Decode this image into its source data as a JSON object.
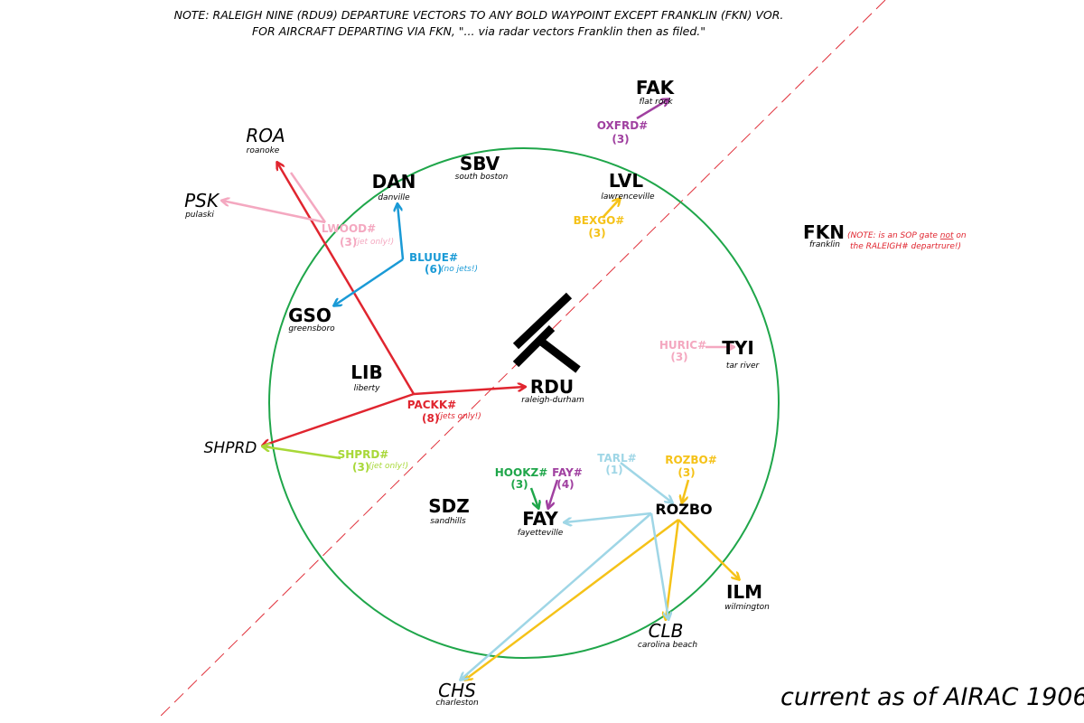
{
  "header": {
    "note_line1": "NOTE: RALEIGH NINE (RDU9) DEPARTURE VECTORS TO ANY BOLD WAYPOINT EXCEPT FRANKLIN (FKN) VOR.",
    "note_line2": "FOR AIRCRAFT DEPARTING VIA FKN, \"... via radar vectors Franklin then as filed.\""
  },
  "footer": {
    "airac": "current as of AIRAC  1906"
  },
  "colors": {
    "circle": "#1fa64a",
    "dashed_line": "#e0303a",
    "red": "#e0252f",
    "pink": "#f4a8c0",
    "blue": "#1a9ad6",
    "purple": "#a040a0",
    "yellow": "#f5c218",
    "green": "#1fa64a",
    "lime": "#a8d838",
    "lightblue": "#9fd6e6",
    "runway": "#000000"
  },
  "waypoints": {
    "fak": {
      "id": "FAK",
      "name": "flat rock"
    },
    "roa": {
      "id": "ROA",
      "name": "roanoke"
    },
    "psk": {
      "id": "PSK",
      "name": "pulaski"
    },
    "dan": {
      "id": "DAN",
      "name": "danville"
    },
    "sbv": {
      "id": "SBV",
      "name": "south boston"
    },
    "lvl": {
      "id": "LVL",
      "name": "lawrenceville"
    },
    "fkn": {
      "id": "FKN",
      "name": "franklin"
    },
    "gso": {
      "id": "GSO",
      "name": "greensboro"
    },
    "lib": {
      "id": "LIB",
      "name": "liberty"
    },
    "rdu": {
      "id": "RDU",
      "name": "raleigh-durham"
    },
    "tyi": {
      "id": "TYI",
      "name": "tar river"
    },
    "shprd": {
      "id": "SHPRD",
      "name": ""
    },
    "sdz": {
      "id": "SDZ",
      "name": "sandhills"
    },
    "fay": {
      "id": "FAY",
      "name": "fayetteville"
    },
    "rozbo": {
      "id": "ROZBO",
      "name": ""
    },
    "ilm": {
      "id": "ILM",
      "name": "wilmington"
    },
    "clb": {
      "id": "CLB",
      "name": "carolina beach"
    },
    "chs": {
      "id": "CHS",
      "name": "charleston"
    }
  },
  "fkn_note": {
    "line1_pre": "(NOTE: is an SOP gate ",
    "line1_em": "not",
    "line1_post": " on",
    "line2": "the RALEIGH# departrure!)"
  },
  "gates": {
    "oxfrd": {
      "name": "OXFRD#",
      "count": "(3)",
      "note": ""
    },
    "bexgo": {
      "name": "BEXGO#",
      "count": "(3)",
      "note": ""
    },
    "lwood": {
      "name": "LWOOD#",
      "count": "(3)",
      "note": "(jet only!)"
    },
    "bluue": {
      "name": "BLUUE#",
      "count": "(6)",
      "note": "(no jets!)"
    },
    "huric": {
      "name": "HURIC#",
      "count": "(3)",
      "note": ""
    },
    "packk": {
      "name": "PACKK#",
      "count": "(8)",
      "note": "(jets only!)"
    },
    "shprd": {
      "name": "SHPRD#",
      "count": "(3)",
      "note": "(jet only!)"
    },
    "tarl": {
      "name": "TARL#",
      "count": "(1)",
      "note": ""
    },
    "rozbo": {
      "name": "ROZBO#",
      "count": "(3)",
      "note": ""
    },
    "hookz": {
      "name": "HOOKZ#",
      "count": "(3)",
      "note": ""
    },
    "fay": {
      "name": "FAY#",
      "count": "(4)",
      "note": ""
    }
  }
}
